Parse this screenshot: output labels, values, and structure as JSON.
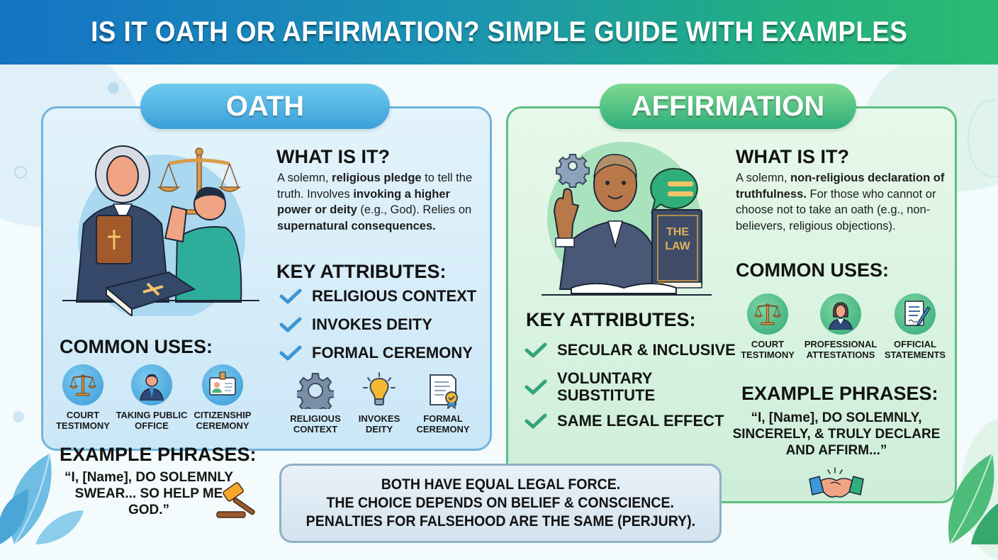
{
  "header": {
    "title": "IS IT OATH OR AFFIRMATION? SIMPLE GUIDE WITH EXAMPLES"
  },
  "colors": {
    "header_gradient_start": "#1573c4",
    "header_gradient_end": "#2bbb72",
    "oath_accent": "#3b9fd9",
    "affirmation_accent": "#2fae7a",
    "oath_check": "#3d97d6",
    "affirmation_check": "#34a47a"
  },
  "oath": {
    "label": "OATH",
    "illustration": "judge-and-witness-illustration",
    "what_is_it": {
      "heading": "WHAT IS IT?",
      "segments": [
        {
          "text": "A solemn, ",
          "bold": false
        },
        {
          "text": "religious pledge",
          "bold": true
        },
        {
          "text": " to tell the truth. Involves ",
          "bold": false
        },
        {
          "text": "invoking a higher power or deity",
          "bold": true
        },
        {
          "text": " (e.g., God). Relies on ",
          "bold": false
        },
        {
          "text": "supernatural consequences.",
          "bold": true
        }
      ]
    },
    "key_attributes": {
      "heading": "KEY ATTRIBUTES:",
      "items": [
        "RELIGIOUS CONTEXT",
        "INVOKES DEITY",
        "FORMAL CEREMONY"
      ],
      "icons": [
        {
          "icon": "gear-icon",
          "label_1": "RELIGIOUS",
          "label_2": "CONTEXT"
        },
        {
          "icon": "lightbulb-icon",
          "label_1": "INVOKES",
          "label_2": "DEITY"
        },
        {
          "icon": "certificate-icon",
          "label_1": "FORMAL",
          "label_2": "CEREMONY"
        }
      ]
    },
    "common_uses": {
      "heading": "COMMON USES:",
      "items": [
        {
          "icon": "scales-icon",
          "label_1": "COURT",
          "label_2": "TESTIMONY"
        },
        {
          "icon": "official-icon",
          "label_1": "TAKING PUBLIC",
          "label_2": "OFFICE"
        },
        {
          "icon": "id-card-icon",
          "label_1": "CITIZENSHIP",
          "label_2": "CEREMONY"
        }
      ]
    },
    "example_phrases": {
      "heading": "EXAMPLE PHRASES:",
      "lines": [
        "“I, [Name], DO SOLEMNLY",
        "SWEAR... SO HELP ME",
        "GOD.”"
      ]
    }
  },
  "affirmation": {
    "label": "AFFIRMATION",
    "illustration": "person-with-law-book-illustration",
    "book_title_1": "THE",
    "book_title_2": "LAW",
    "what_is_it": {
      "heading": "WHAT IS IT?",
      "segments": [
        {
          "text": "A solemn, ",
          "bold": false
        },
        {
          "text": "non-religious declaration of truthfulness.",
          "bold": true
        },
        {
          "text": " For those who cannot or choose not to take an oath (e.g., non-believers, religious objections).",
          "bold": false
        }
      ]
    },
    "key_attributes": {
      "heading": "KEY ATTRIBUTES:",
      "items": [
        "SECULAR & INCLUSIVE",
        "VOLUNTARY SUBSTITUTE",
        "SAME LEGAL EFFECT"
      ],
      "items_display": [
        [
          "SECULAR & INCLUSIVE"
        ],
        [
          "VOLUNTARY",
          "SUBSTITUTE"
        ],
        [
          "SAME LEGAL EFFECT"
        ]
      ]
    },
    "common_uses": {
      "heading": "COMMON USES:",
      "items": [
        {
          "icon": "scales-icon",
          "label_1": "COURT",
          "label_2": "TESTIMONY"
        },
        {
          "icon": "professional-icon",
          "label_1": "PROFESSIONAL",
          "label_2": "ATTESTATIONS"
        },
        {
          "icon": "signed-document-icon",
          "label_1": "OFFICIAL",
          "label_2": "STATEMENTS"
        }
      ]
    },
    "example_phrases": {
      "heading": "EXAMPLE PHRASES:",
      "lines": [
        "“I, [Name], DO SOLEMNLY,",
        "SINCERELY, & TRULY DECLARE",
        "AND AFFIRM...”"
      ]
    }
  },
  "summary": {
    "lines": [
      "BOTH HAVE EQUAL LEGAL FORCE.",
      "THE CHOICE DEPENDS ON BELIEF & CONSCIENCE.",
      "PENALTIES FOR FALSEHOOD ARE THE SAME (PERJURY)."
    ]
  }
}
